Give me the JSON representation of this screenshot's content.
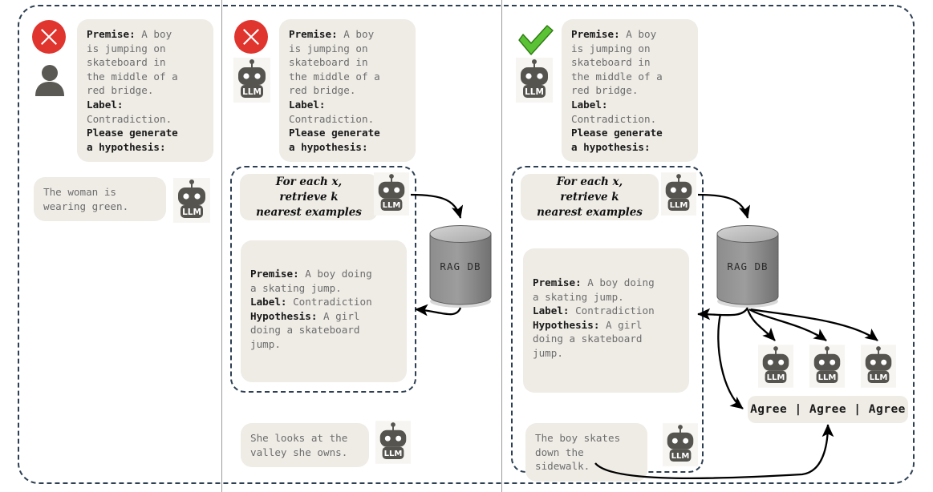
{
  "figure": {
    "title": "LLM hypothesis generation with RAG and multi-agent agreement",
    "columns": [
      {
        "id": "baseline-human",
        "verdict_icon": "red-x-icon",
        "actor_icon": "person-icon"
      },
      {
        "id": "llm-zero-shot",
        "verdict_icon": "red-x-icon",
        "actor_icon": "llm-robot-icon"
      },
      {
        "id": "llm-rag-consensus",
        "verdict_icon": "green-check-icon",
        "actor_icon": "llm-robot-icon"
      }
    ]
  },
  "prompt": {
    "premise_label": "Premise:",
    "premise_text": " A boy\nis jumping on\nskateboard in\nthe middle of a\nred bridge.\n",
    "label_label": "Label:",
    "label_text": "\nContradiction.\n",
    "instruction": "Please generate\na hypothesis:"
  },
  "retrieval": {
    "instruction": "For each x,\nretrieve k\nnearest examples",
    "db_name": "RAG DB",
    "example": {
      "premise_label": "Premise:",
      "premise_text": " A boy doing\na skating jump.\n",
      "label_label": "Label:",
      "label_text": " Contradiction\n",
      "hypothesis_label": "Hypothesis:",
      "hypothesis_text": " A girl\ndoing a skateboard\njump."
    }
  },
  "outputs": {
    "column1_response": "The woman is\nwearing green.",
    "column2_response": "She looks at the\nvalley she owns.",
    "column3_response": "The boy skates\ndown the\nsidewalk."
  },
  "consensus": {
    "judges": [
      "LLM",
      "LLM",
      "LLM"
    ],
    "verdict_text": "Agree  |  Agree  |  Agree"
  },
  "icon_labels": {
    "llm_badge": "LLM"
  },
  "colors": {
    "bubble_bg": "#efece6",
    "dashed_border": "#2d3f52",
    "robot_gray": "#56544f",
    "error_red": "#e0352f",
    "success_green": "#5ac234",
    "divider_gray": "#9b9b9b",
    "text_gray": "#6d6d6d",
    "text_dark": "#1a1a1a"
  }
}
